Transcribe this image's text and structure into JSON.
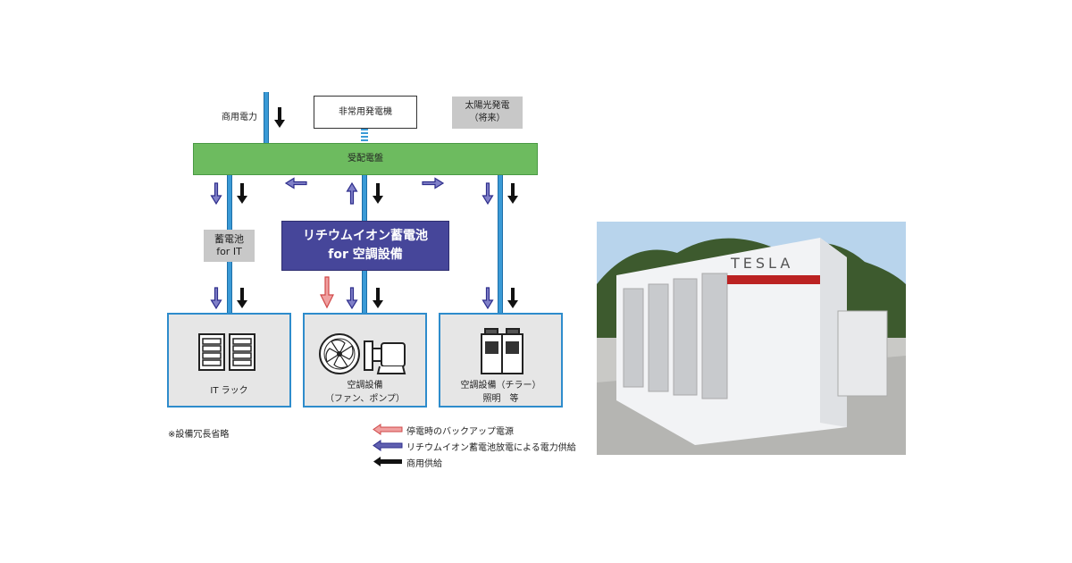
{
  "sources": {
    "commercial_power": "商用電力",
    "emergency_generator": "非常用発電機",
    "solar_line1": "太陽光発電",
    "solar_line2": "（将来）"
  },
  "switchboard": "受配電盤",
  "battery_it": {
    "line1": "蓄電池",
    "line2": "for IT"
  },
  "lithium_battery": {
    "line1": "リチウムイオン蓄電池",
    "line2": "for 空調設備"
  },
  "loads": [
    {
      "line1": "IT ラック",
      "line2": ""
    },
    {
      "line1": "空調設備",
      "line2": "（ファン、ポンプ）"
    },
    {
      "line1": "空調設備（チラー）",
      "line2": "照明　等"
    }
  ],
  "note": "※設備冗長省略",
  "legend": [
    {
      "label": "停電時のバックアップ電源",
      "color": "#e06060"
    },
    {
      "label": "リチウムイオン蓄電池放電による電力供給",
      "color": "#2e2e8c"
    },
    {
      "label": "商用供給",
      "color": "#111111"
    }
  ],
  "photo": {
    "brand_text": "TESLA"
  },
  "colors": {
    "switchboard": "#6dbb5f",
    "lithium": "#46469a",
    "line": "#3a9ad6"
  }
}
